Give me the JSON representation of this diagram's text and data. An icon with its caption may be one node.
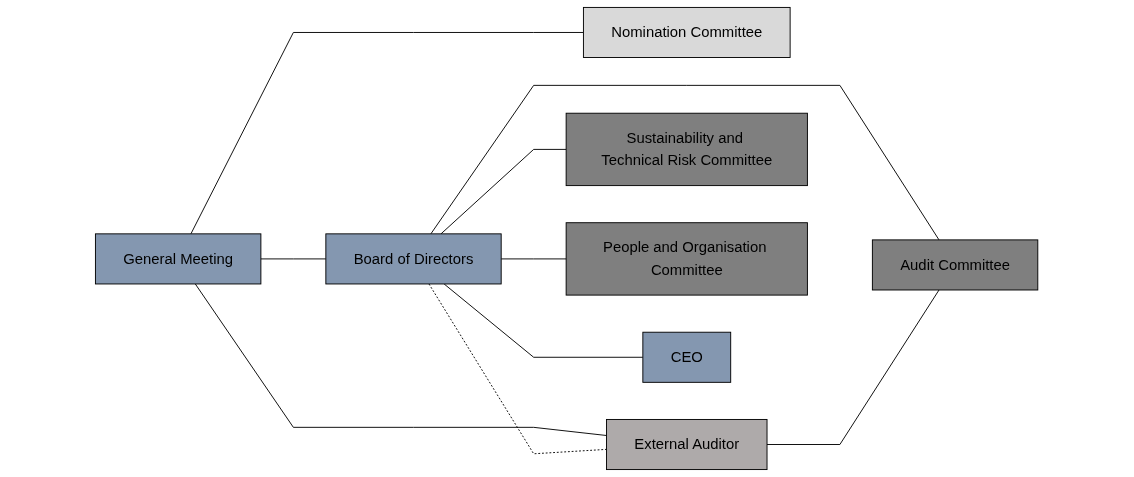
{
  "diagram": {
    "nodes": [
      {
        "text": [
          "General Meeting"
        ]
      },
      {
        "text": [
          "Nomination Committee"
        ]
      },
      {
        "text": [
          "Board of Directors"
        ]
      },
      {
        "text": [
          "External Auditor"
        ]
      },
      {
        "text": [
          "Audit Committee"
        ]
      },
      {
        "text": [
          "Sustainability and Technical Risk Committee"
        ]
      },
      {
        "text": [
          "People and Organisation Committee"
        ]
      },
      {
        "text": [
          "CEO"
        ]
      }
    ],
    "edges": [
      {
        "from": 0,
        "to": 1,
        "arrow": "none"
      },
      {
        "from": 0,
        "to": 2,
        "arrow": "none"
      },
      {
        "from": 0,
        "to": 3,
        "arrow": "none"
      },
      {
        "from": 2,
        "to": 3,
        "arrow": "none",
        "style": "dashed"
      },
      {
        "from": 2,
        "to": 4,
        "arrow": "none"
      },
      {
        "from": 2,
        "to": 5,
        "arrow": "none"
      },
      {
        "from": 2,
        "to": 6,
        "arrow": "none"
      },
      {
        "from": 3,
        "to": 4,
        "arrow": "none"
      },
      {
        "from": 2,
        "to": 7,
        "arrow": "none"
      }
    ]
  }
}
